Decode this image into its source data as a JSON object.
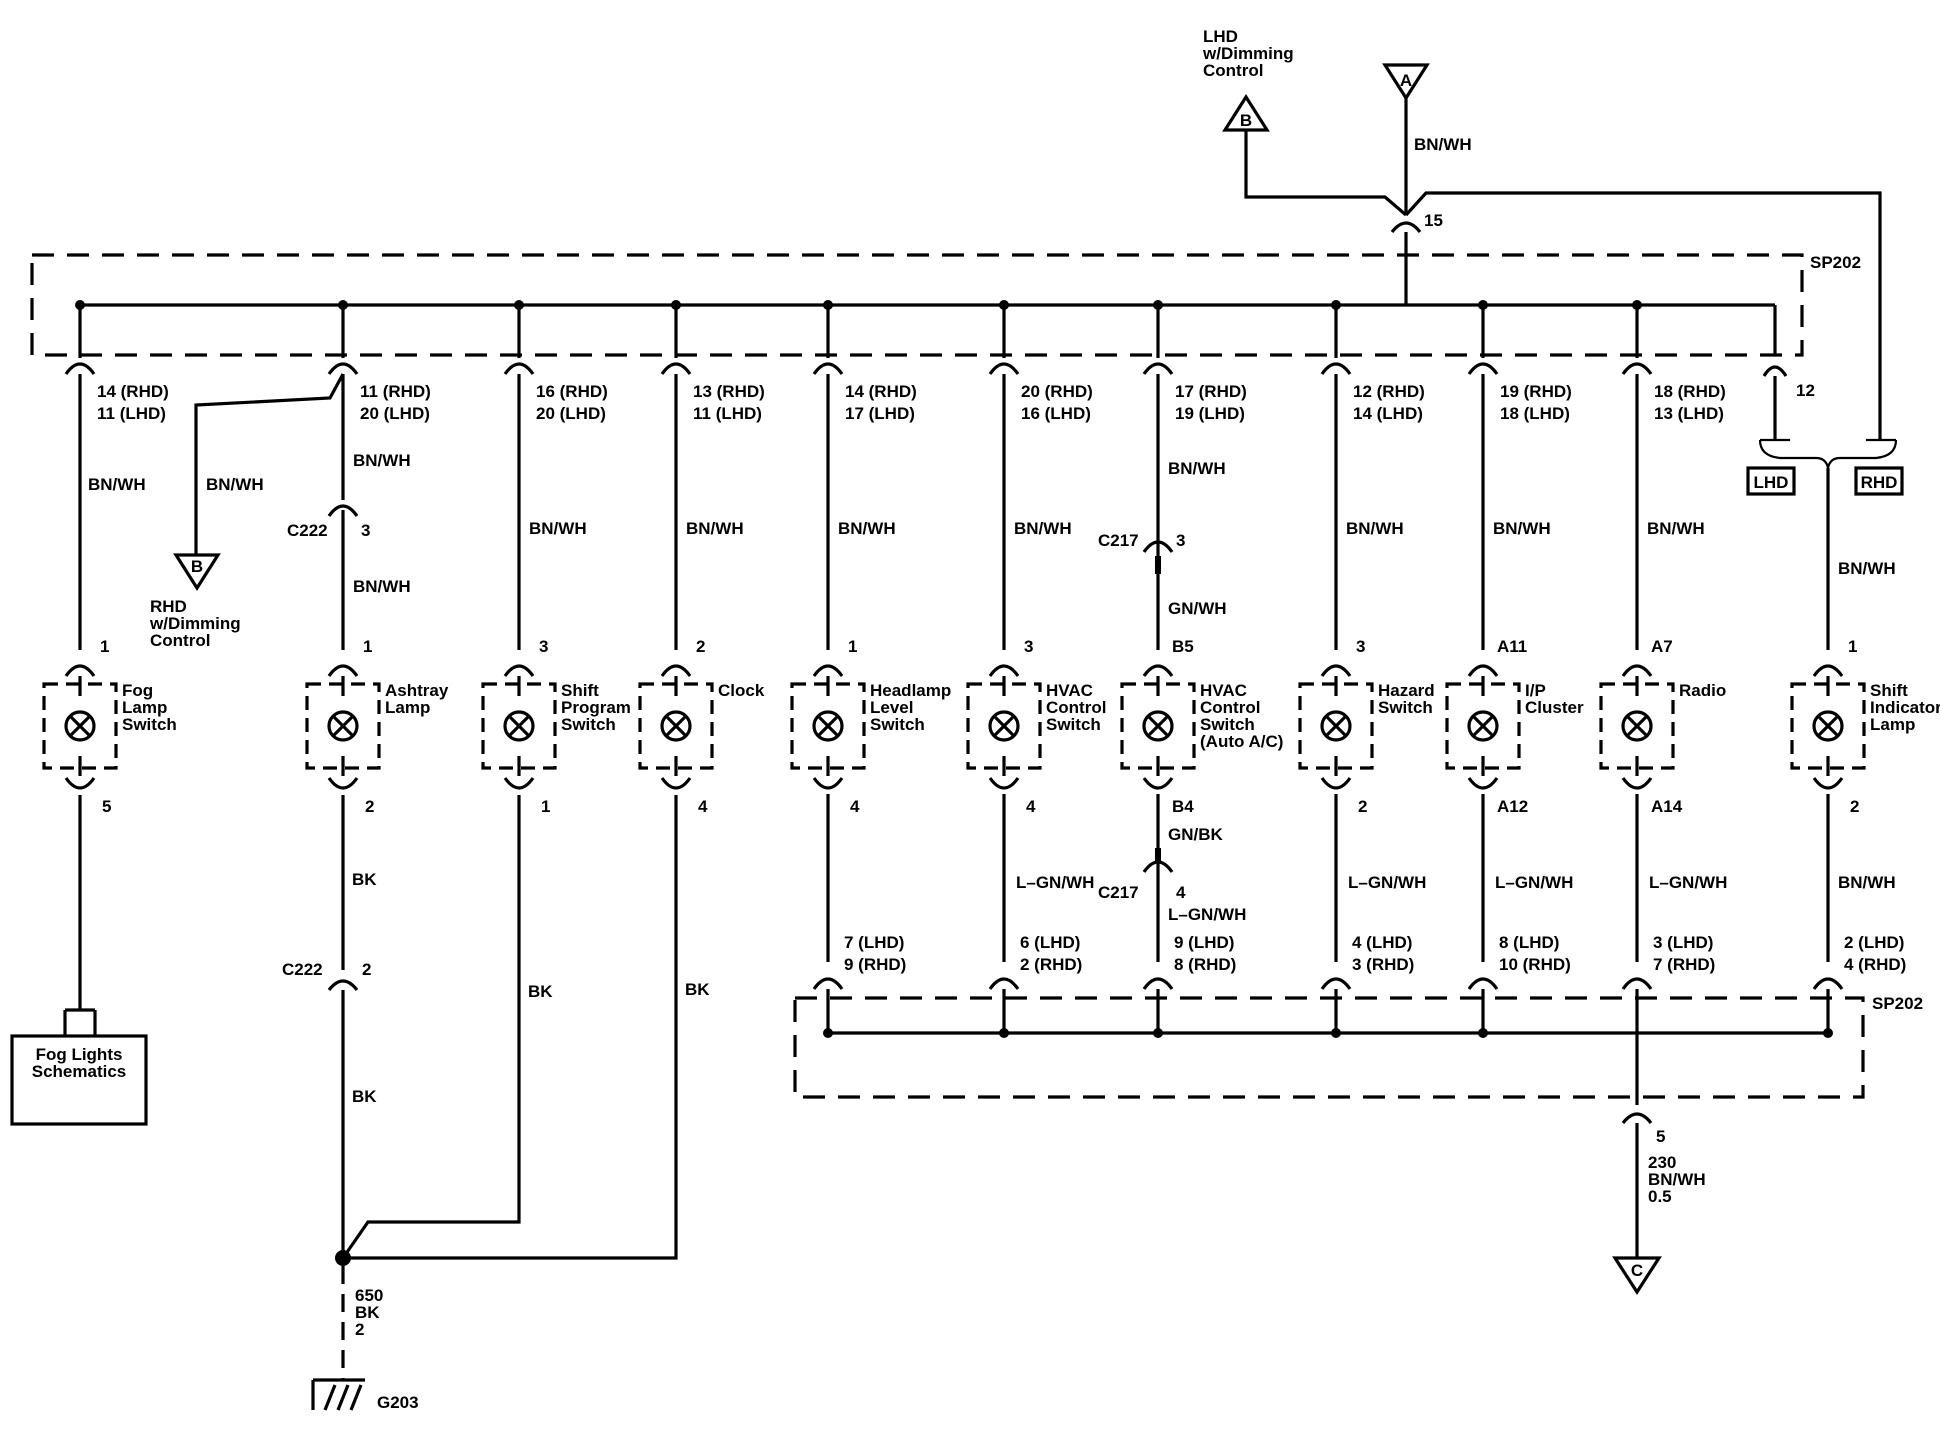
{
  "splice": "SP202",
  "top": {
    "ref_a": "A",
    "ref_b": "B",
    "lhd_dimming_1": "LHD",
    "lhd_dimming_2": "w/Dimming",
    "lhd_dimming_3": "Control",
    "wire_a": "BN/WH",
    "splice_pin": "15",
    "pin12": "12",
    "lhd_tag": "LHD",
    "rhd_tag": "RHD"
  },
  "rhd_ref": {
    "ref": "B",
    "line1": "RHD",
    "line2": "w/Dimming",
    "line3": "Control"
  },
  "components": [
    {
      "pins_top": [
        "14 (RHD)",
        "11 (LHD)"
      ],
      "wire_top": "BN/WH",
      "conn_pin_top": "1",
      "name": [
        "Fog",
        "Lamp",
        "Switch"
      ],
      "conn_pin_bot": "5"
    },
    {
      "pins_top": [
        "11 (RHD)",
        "20 (LHD)"
      ],
      "wire_top": "BN/WH",
      "wire_branch": "BN/WH",
      "c222_top": "C222",
      "c222_top_pin": "3",
      "wire_mid": "BN/WH",
      "conn_pin_top": "1",
      "name": [
        "Ashtray",
        "Lamp"
      ],
      "conn_pin_bot": "2",
      "wire_bot": "BK",
      "c222_bot": "C222",
      "c222_bot_pin": "2",
      "wire_bot2": "BK"
    },
    {
      "pins_top": [
        "16 (RHD)",
        "20 (LHD)"
      ],
      "wire_top": "BN/WH",
      "conn_pin_top": "3",
      "name": [
        "Shift",
        "Program",
        "Switch"
      ],
      "conn_pin_bot": "1",
      "wire_bot": "BK"
    },
    {
      "pins_top": [
        "13 (RHD)",
        "11 (LHD)"
      ],
      "wire_top": "BN/WH",
      "conn_pin_top": "2",
      "name": [
        "Clock"
      ],
      "conn_pin_bot": "4",
      "wire_bot": "BK"
    },
    {
      "pins_top": [
        "14 (RHD)",
        "17 (LHD)"
      ],
      "wire_top": "BN/WH",
      "conn_pin_top": "1",
      "name": [
        "Headlamp",
        "Level",
        "Switch"
      ],
      "conn_pin_bot": "4",
      "pins_bot": [
        "7 (LHD)",
        "9 (RHD)"
      ]
    },
    {
      "pins_top": [
        "20 (RHD)",
        "16 (LHD)"
      ],
      "wire_top": "BN/WH",
      "conn_pin_top": "3",
      "name": [
        "HVAC",
        "Control",
        "Switch"
      ],
      "conn_pin_bot": "4",
      "wire_bot": "L–GN/WH",
      "pins_bot": [
        "6 (LHD)",
        "2 (RHD)"
      ]
    },
    {
      "pins_top": [
        "17 (RHD)",
        "19 (LHD)"
      ],
      "wire_top": "BN/WH",
      "c217_top": "C217",
      "c217_top_pin": "3",
      "wire_mid": "GN/WH",
      "conn_pin_top": "B5",
      "name": [
        "HVAC",
        "Control",
        "Switch",
        "(Auto A/C)"
      ],
      "conn_pin_bot": "B4",
      "wire_bot": "GN/BK",
      "c217_bot": "C217",
      "c217_bot_pin": "4",
      "wire_bot2": "L–GN/WH",
      "pins_bot": [
        "9 (LHD)",
        "8 (RHD)"
      ]
    },
    {
      "pins_top": [
        "12 (RHD)",
        "14 (LHD)"
      ],
      "wire_top": "BN/WH",
      "conn_pin_top": "3",
      "name": [
        "Hazard",
        "Switch"
      ],
      "conn_pin_bot": "2",
      "wire_bot": "L–GN/WH",
      "pins_bot": [
        "4 (LHD)",
        "3 (RHD)"
      ]
    },
    {
      "pins_top": [
        "19 (RHD)",
        "18 (LHD)"
      ],
      "wire_top": "BN/WH",
      "conn_pin_top": "A11",
      "name": [
        "I/P",
        "Cluster"
      ],
      "conn_pin_bot": "A12",
      "wire_bot": "L–GN/WH",
      "pins_bot": [
        "8 (LHD)",
        "10 (RHD)"
      ]
    },
    {
      "pins_top": [
        "18 (RHD)",
        "13 (LHD)"
      ],
      "wire_top": "BN/WH",
      "conn_pin_top": "A7",
      "name": [
        "Radio"
      ],
      "conn_pin_bot": "A14",
      "wire_bot": "L–GN/WH",
      "pins_bot": [
        "3 (LHD)",
        "7 (RHD)"
      ]
    },
    {
      "wire_top": "BN/WH",
      "conn_pin_top": "1",
      "name": [
        "Shift",
        "Indicator",
        "Lamp"
      ],
      "conn_pin_bot": "2",
      "wire_bot": "BN/WH",
      "pins_bot": [
        "2 (LHD)",
        "4 (RHD)"
      ]
    }
  ],
  "fog_schematics": [
    "Fog Lights",
    "Schematics"
  ],
  "ground": {
    "circuit": "650",
    "color": "BK",
    "size": "2",
    "name": "G203"
  },
  "lower_splice": {
    "pin": "5",
    "circuit": "230",
    "color": "BN/WH",
    "size": "0.5",
    "ref": "C"
  }
}
